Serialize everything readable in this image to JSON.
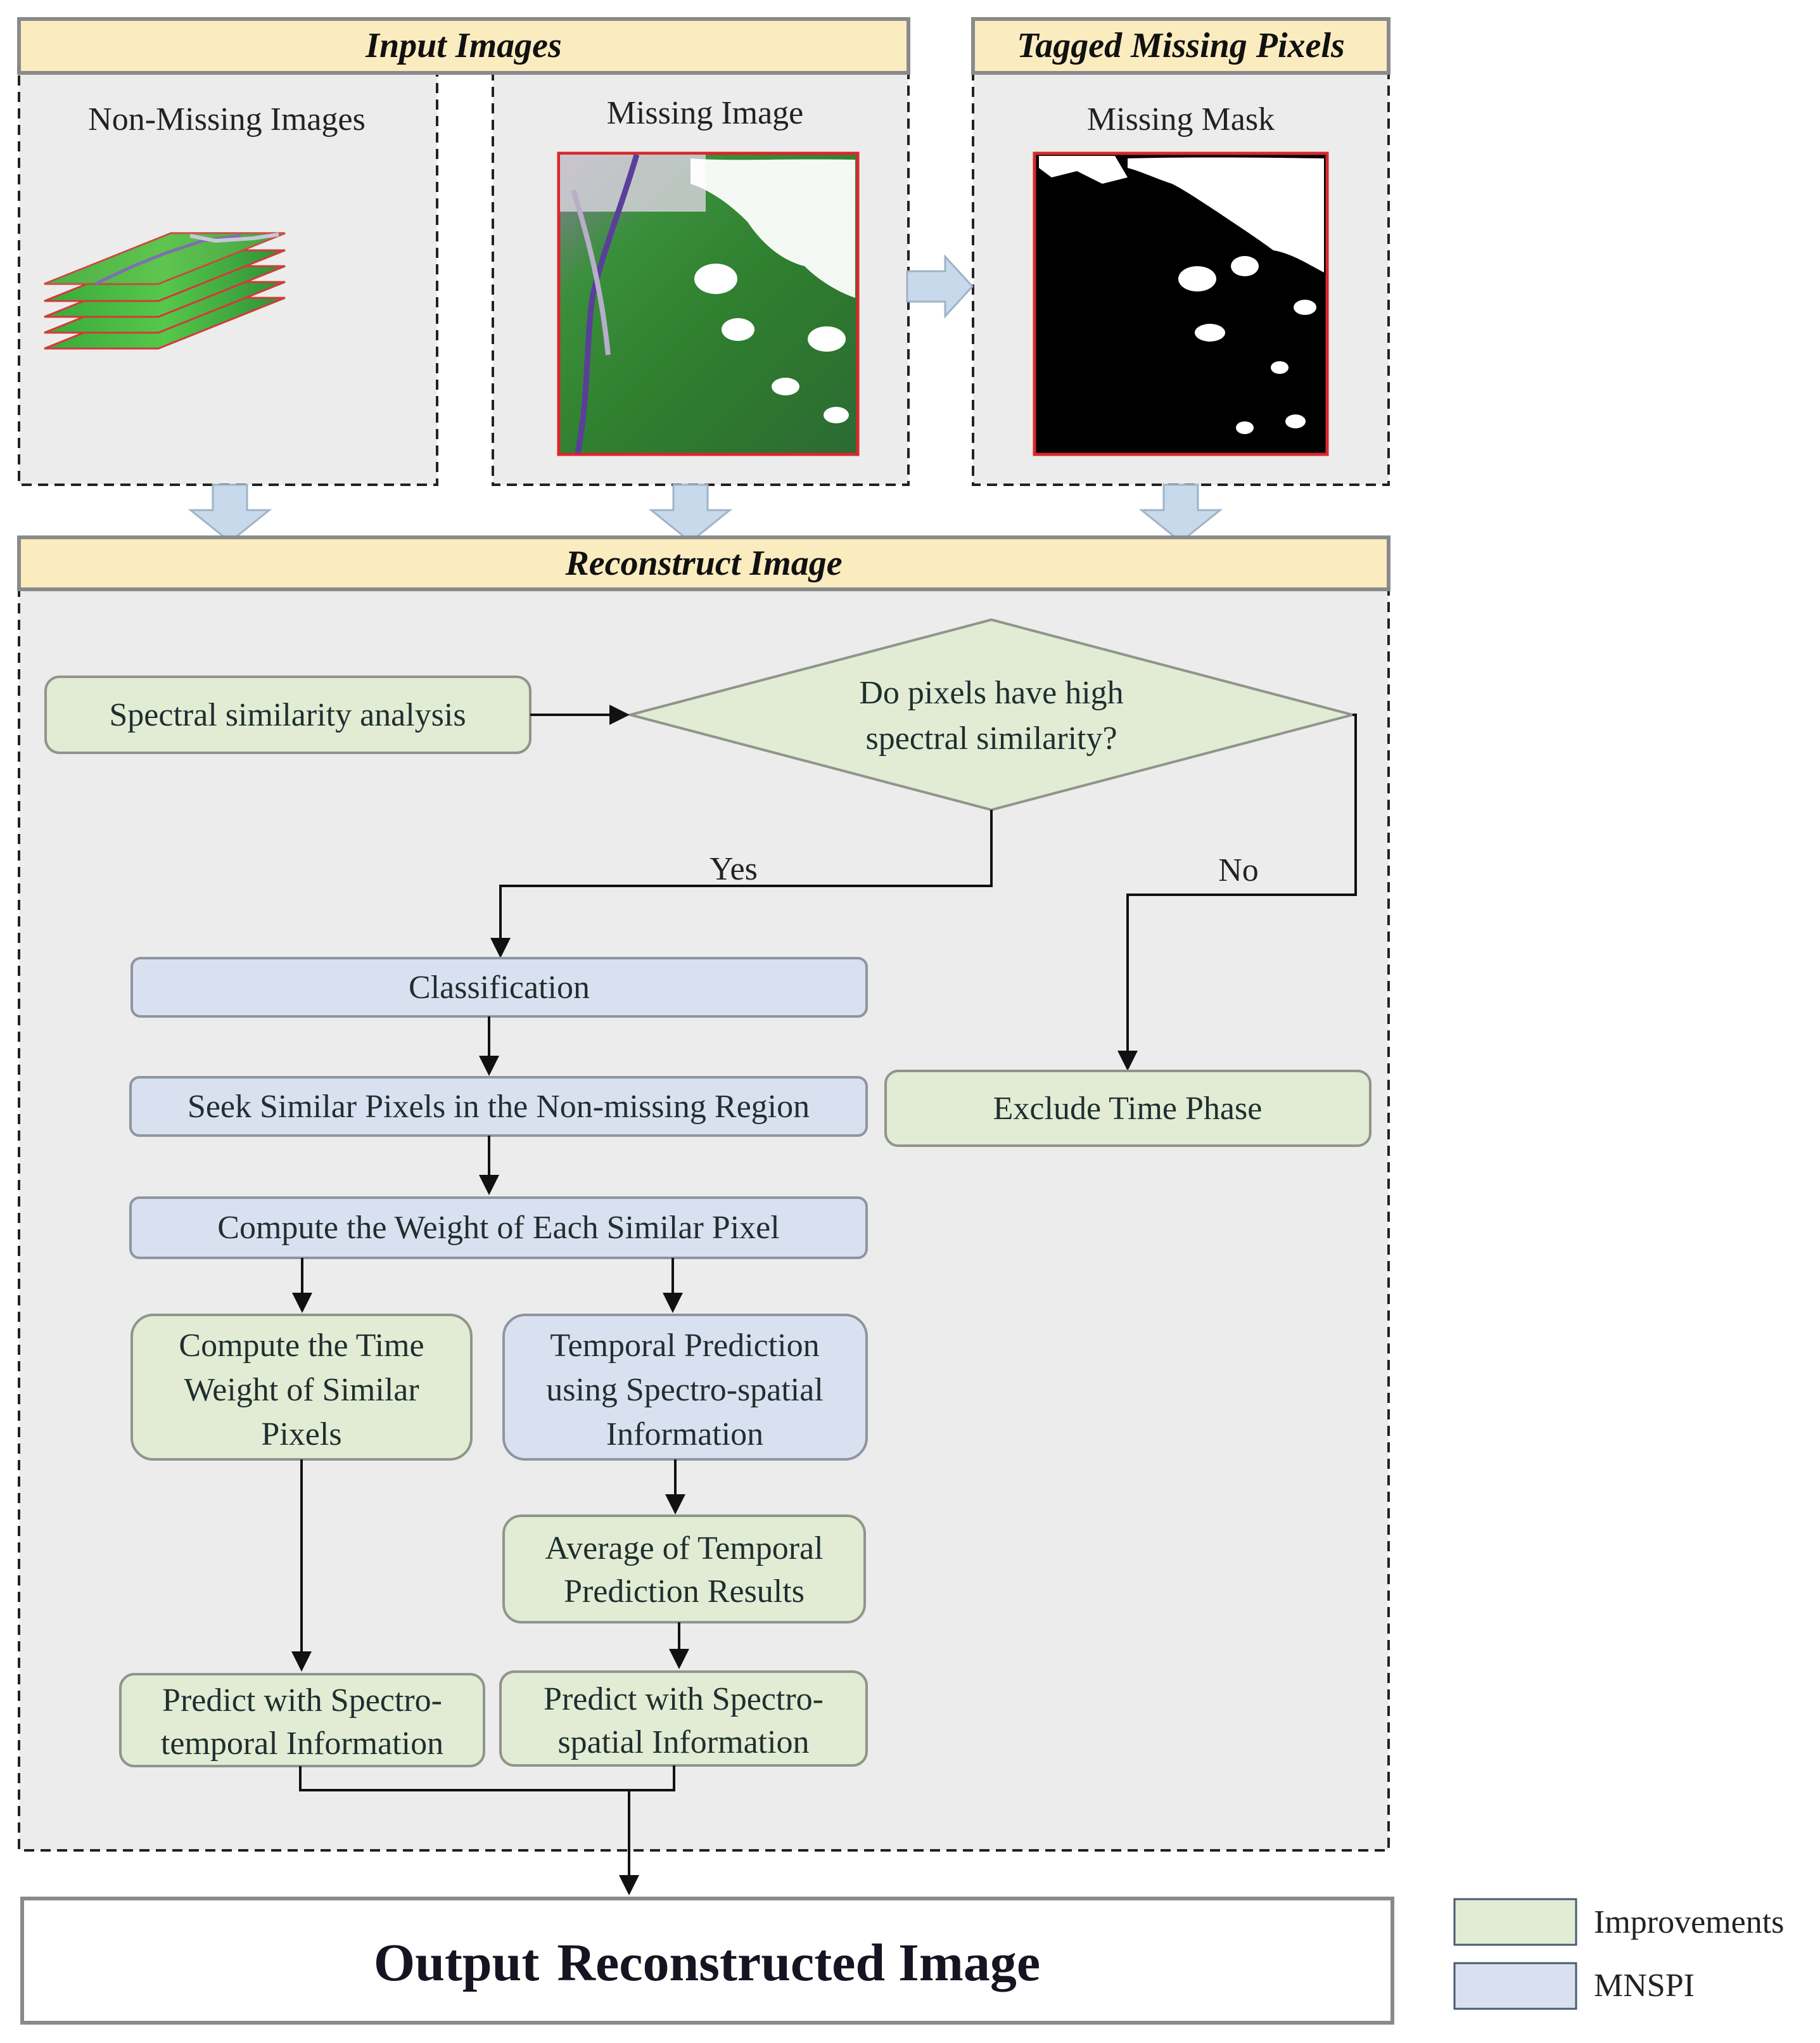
{
  "headers": {
    "input_images": "Input Images",
    "tagged_missing_pixels": "Tagged Missing Pixels",
    "reconstruct_image": "Reconstruct Image"
  },
  "panels": {
    "non_missing_images": "Non-Missing Images",
    "missing_image": "Missing Image",
    "missing_mask": "Missing Mask"
  },
  "flow": {
    "spectral_similarity_analysis": "Spectral similarity analysis",
    "decision_line1": "Do pixels have high",
    "decision_line2": "spectral similarity?",
    "yes": "Yes",
    "no": "No",
    "classification": "Classification",
    "seek_similar": "Seek Similar Pixels in the Non-missing Region",
    "compute_weight": "Compute the Weight of Each Similar Pixel",
    "exclude_time_phase": "Exclude Time Phase",
    "time_weight": [
      "Compute the Time",
      "Weight of Similar",
      "Pixels"
    ],
    "temporal_prediction": [
      "Temporal Prediction",
      "using Spectro-spatial",
      "Information"
    ],
    "average_temporal": [
      "Average of Temporal",
      "Prediction Results"
    ],
    "predict_temporal": [
      "Predict with Spectro-",
      "temporal Information"
    ],
    "predict_spatial": [
      "Predict with Spectro-",
      "spatial Information"
    ]
  },
  "output": {
    "word1": "Output",
    "word2": "Reconstructed Image"
  },
  "legend": {
    "improvements": "Improvements",
    "mnspi": "MNSPI"
  },
  "colors": {
    "header_fill": "#fbecc0",
    "panel_fill": "#ececec",
    "green_box": "#e2ecd5",
    "blue_box": "#d9e1f1",
    "arrow_fill": "#c9d9ec"
  }
}
